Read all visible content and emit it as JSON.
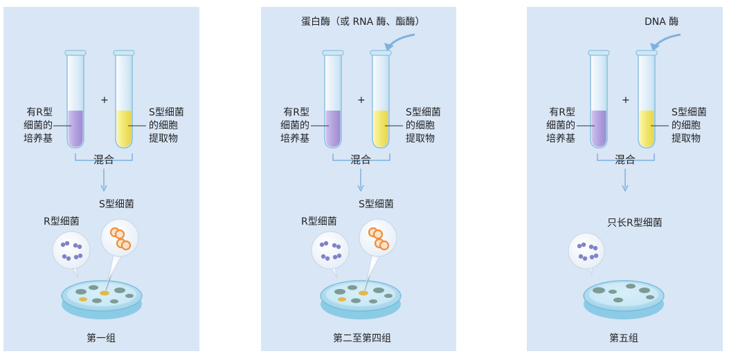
{
  "panels": [
    {
      "tube_left_label": "有R型\n细菌的\n培养基",
      "tube_right_label": "S型细菌\n的细胞\n提取物",
      "plus": "+",
      "mix_label": "混合",
      "s_bacteria_label": "S型细菌",
      "r_bacteria_label": "R型细菌",
      "group_label": "第一组"
    },
    {
      "top_label": "蛋白酶（或 RNA 酶、酯酶）",
      "tube_left_label": "有R型\n细菌的\n培养基",
      "tube_right_label": "S型细菌\n的细胞\n提取物",
      "plus": "+",
      "mix_label": "混合",
      "s_bacteria_label": "S型细菌",
      "r_bacteria_label": "R型细菌",
      "group_label": "第二至第四组"
    },
    {
      "top_label": "DNA 酶",
      "tube_left_label": "有R型\n细菌的\n培养基",
      "tube_right_label": "S型细菌\n的细胞\n提取物",
      "plus": "+",
      "mix_label": "混合",
      "result_label": "只长R型细菌",
      "group_label": "第五组"
    }
  ],
  "colors": {
    "panel_bg": "#d9e6f6",
    "r_medium": "#b7a7e0",
    "s_extract": "#f0e87a",
    "arrow": "#7fb1dd",
    "r_bacteria": "#7f83c8",
    "s_bacteria": "#f08c3c"
  }
}
